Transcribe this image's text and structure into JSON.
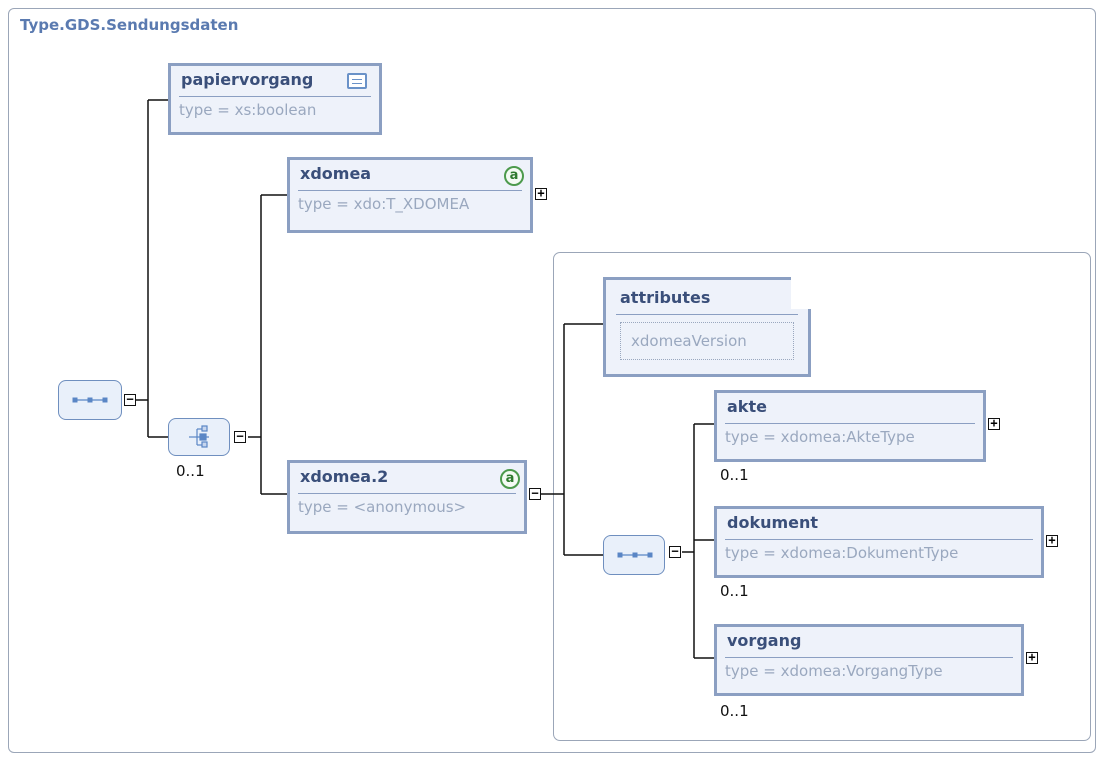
{
  "diagram_title": "Type.GDS.Sendungsdaten",
  "elements": {
    "papiervorgang": {
      "name": "papiervorgang",
      "type": "type = xs:boolean"
    },
    "xdomea": {
      "name": "xdomea",
      "type": "type = xdo:T_XDOMEA"
    },
    "xdomea2": {
      "name": "xdomea.2",
      "type": "type = <anonymous>"
    },
    "akte": {
      "name": "akte",
      "type": "type = xdomea:AkteType",
      "occurs": "0..1"
    },
    "dokument": {
      "name": "dokument",
      "type": "type = xdomea:DokumentType",
      "occurs": "0..1"
    },
    "vorgang": {
      "name": "vorgang",
      "type": "type = xdomea:VorgangType",
      "occurs": "0..1"
    }
  },
  "attributes": {
    "title": "attributes",
    "items": [
      "xdomeaVersion"
    ]
  },
  "choice": {
    "occurs": "0..1"
  },
  "icons": {
    "attribute_icon": "a",
    "expand": "+",
    "collapse": "−"
  },
  "colors": {
    "title": "#5a7ab0",
    "element_border": "#8b9fc2",
    "element_fill": "#eef2fa"
  }
}
